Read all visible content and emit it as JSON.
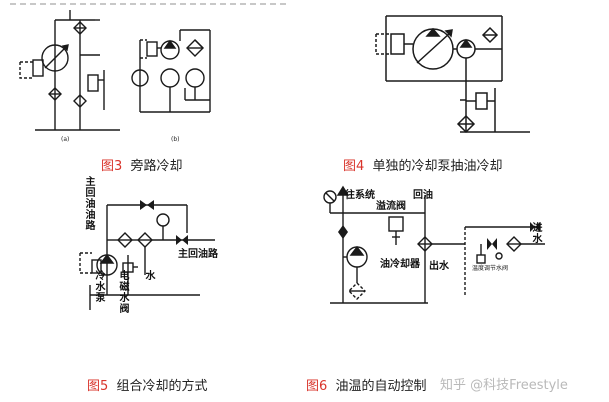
{
  "figures": [
    {
      "id": "fig3",
      "number": "图3",
      "title": "旁路冷却",
      "sub_labels": [
        "(a)",
        "(b)"
      ]
    },
    {
      "id": "fig4",
      "number": "图4",
      "title": "单独的冷却泵抽油冷却"
    },
    {
      "id": "fig5",
      "number": "图5",
      "title": "组合冷却的方式",
      "labels": {
        "main_return_line_v": "主回油油路",
        "main_return_line_h": "主回油路",
        "cooling_pump": "冷水泵",
        "solenoid_valve": "电磁水阀",
        "water": "水"
      }
    },
    {
      "id": "fig6",
      "number": "图6",
      "title": "油温的自动控制",
      "labels": {
        "to_system": "往系统",
        "return_oil": "回油",
        "relief_valve": "溢流阀",
        "oil_cooler": "油冷却器",
        "water_out": "出水",
        "water_in": "进水",
        "temp_valve": "温度调节水阀"
      }
    }
  ],
  "watermark": {
    "brand": "知乎",
    "author": "@科技Freestyle"
  },
  "colors": {
    "line": "#1a1a1a",
    "figure_number": "#d9342b",
    "caption": "#222222",
    "watermark": "#b9b9b9"
  }
}
